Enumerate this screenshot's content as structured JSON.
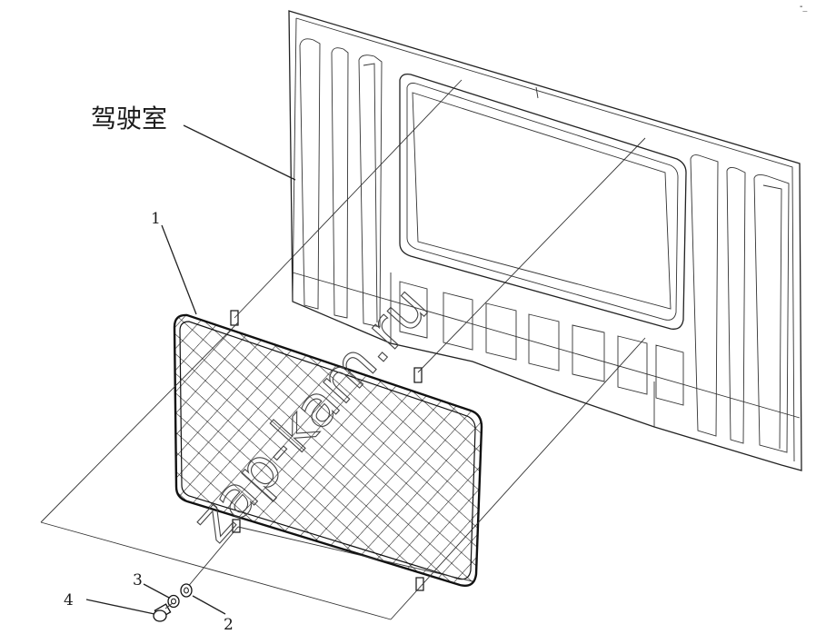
{
  "labels": {
    "cab": "驾驶室",
    "part1": "1",
    "part2": "2",
    "part3": "3",
    "part4": "4",
    "corner_mark": "-_"
  },
  "watermark": {
    "text": "zap-kam.ru"
  }
}
